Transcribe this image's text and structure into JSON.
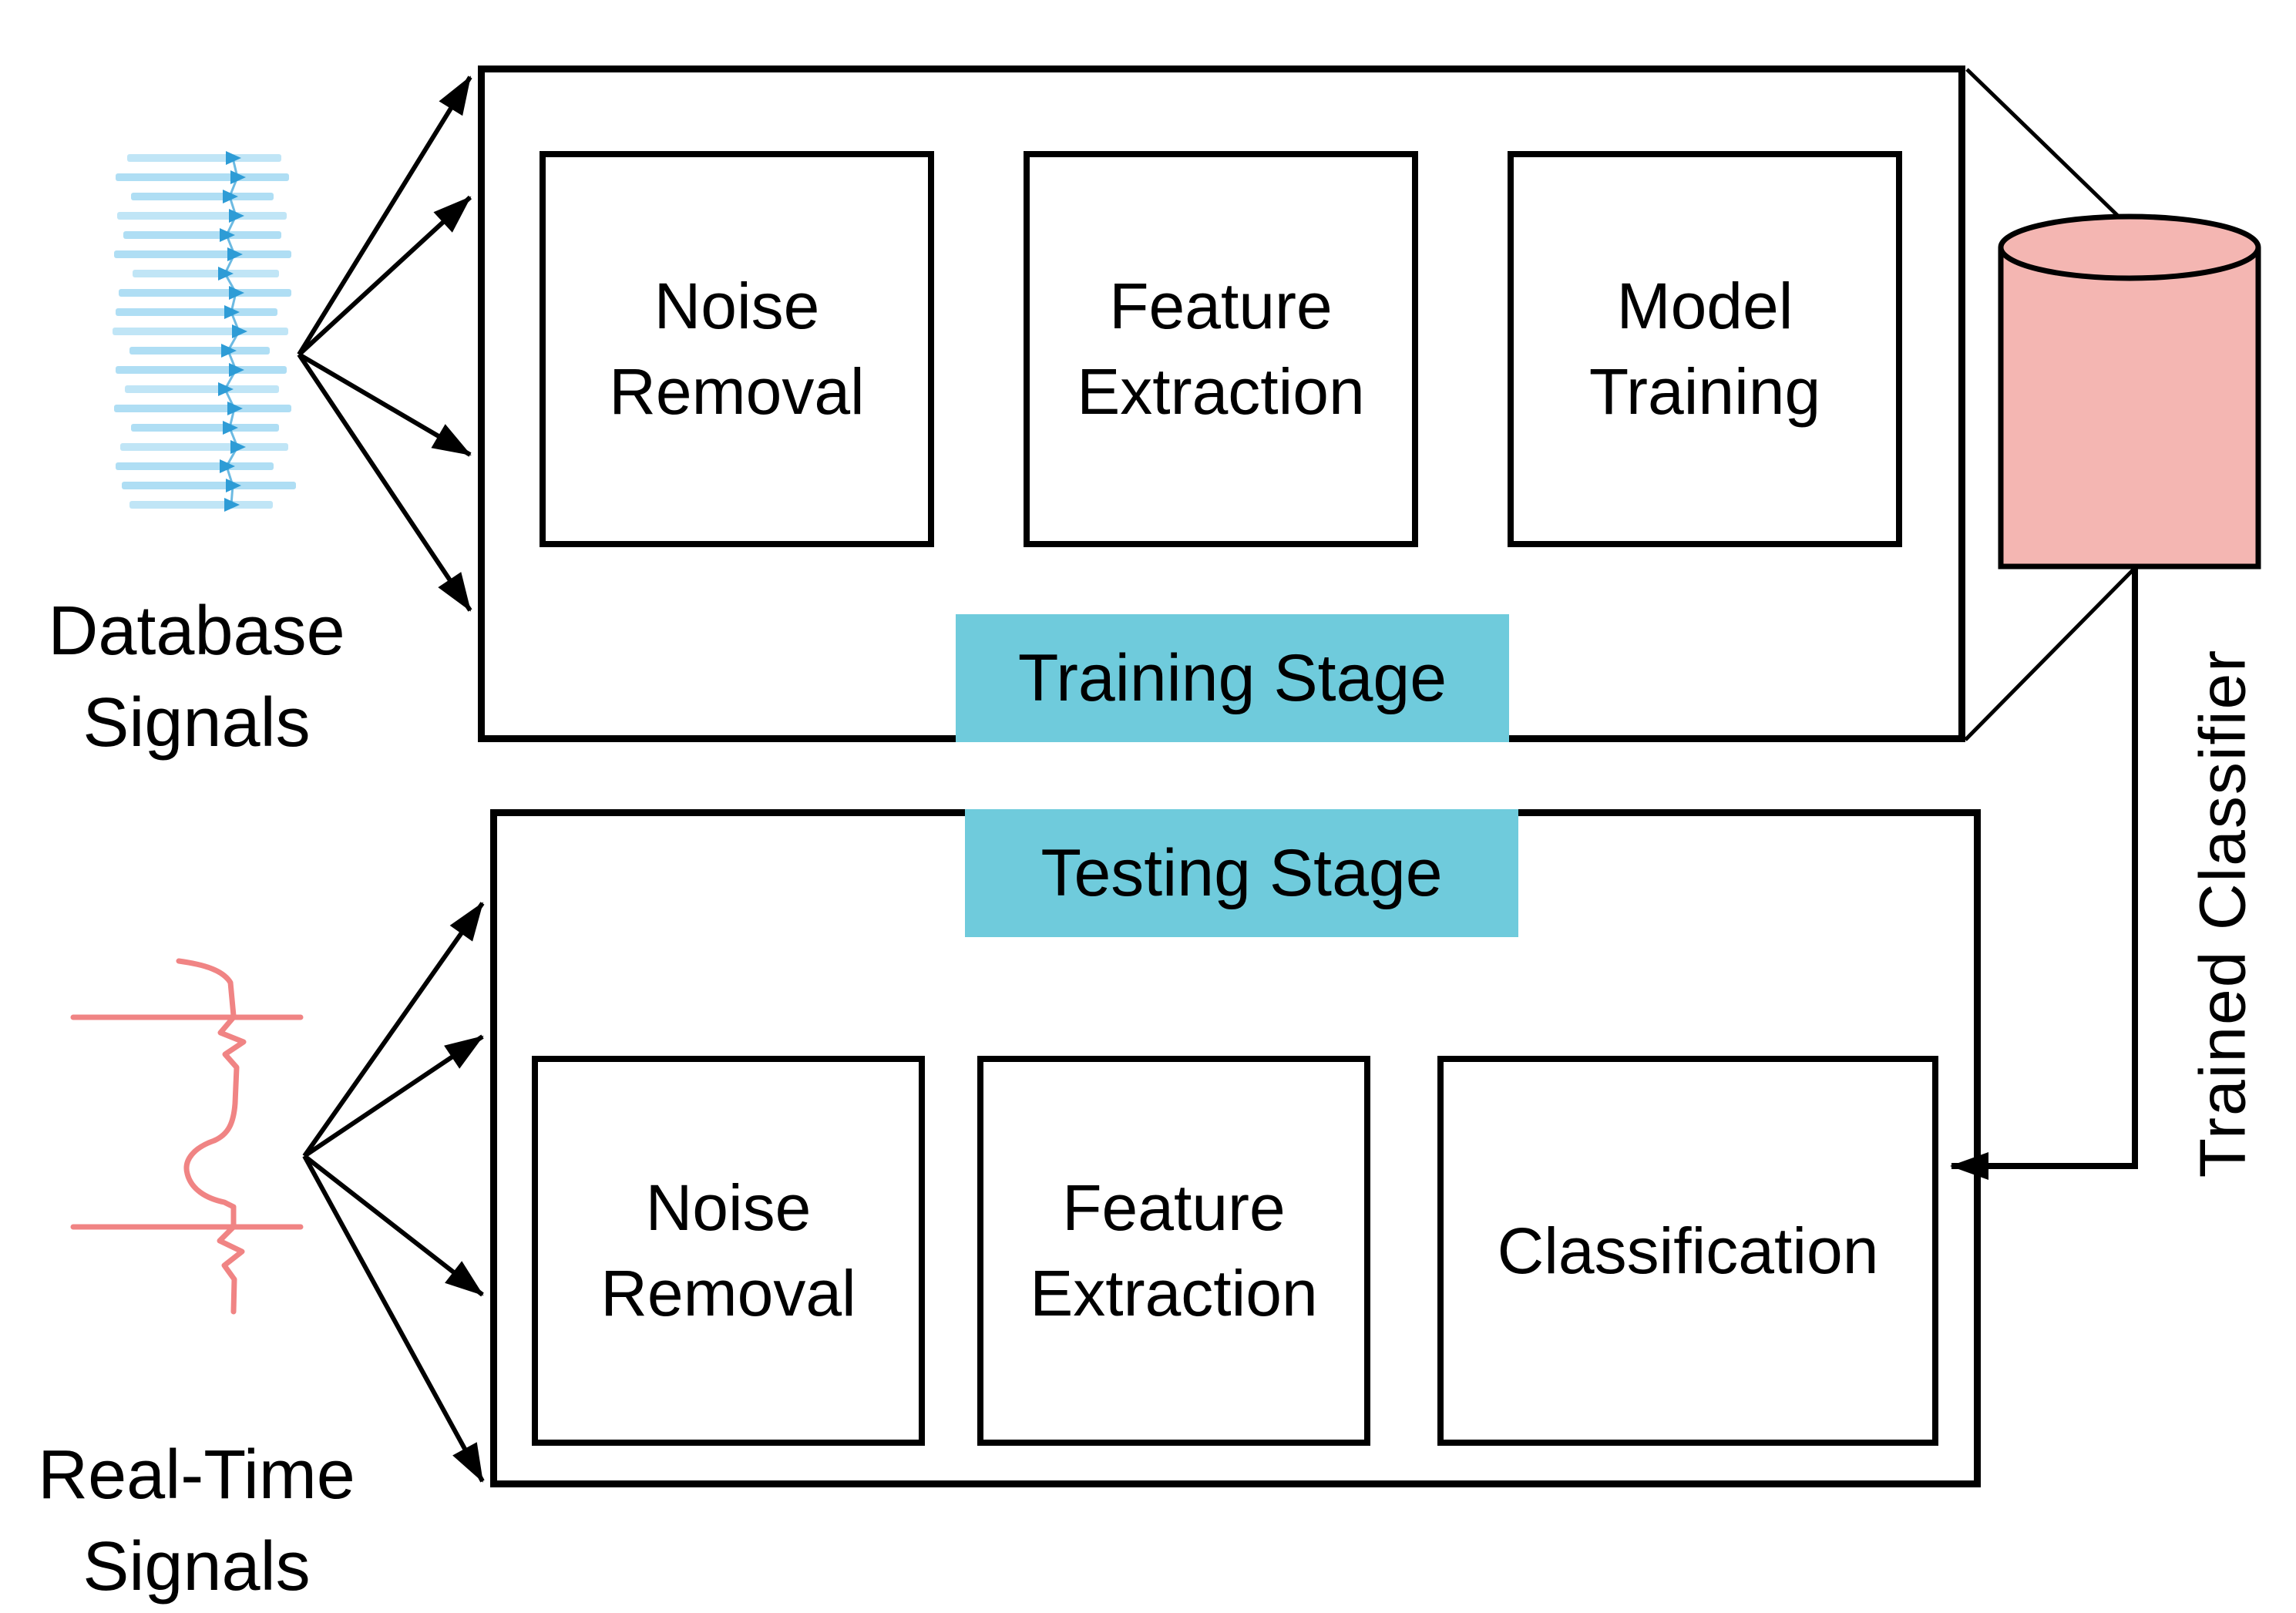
{
  "training": {
    "label": "Training Stage",
    "boxes": [
      {
        "label": "Noise Removal"
      },
      {
        "label": "Feature Extraction"
      },
      {
        "label": "Model Training"
      }
    ]
  },
  "testing": {
    "label": "Testing Stage",
    "boxes": [
      {
        "label": "Noise Removal"
      },
      {
        "label": "Feature Extraction"
      },
      {
        "label": "Classification"
      }
    ]
  },
  "sources": {
    "database": {
      "label": "Database Signals"
    },
    "realtime": {
      "label": "Real-Time Signals"
    }
  },
  "store": {
    "label": "Trained Classifier"
  },
  "icons": {
    "database_signal": "stacked-signal-waveform-icon",
    "realtime_signal": "ecg-waveform-icon",
    "classifier_store": "database-cylinder-icon"
  },
  "colors": {
    "stage_label_bg": "#6FCBDC",
    "cylinder_fill": "#F4B6B2",
    "ecg_stroke": "#F08484",
    "signal_bar": "#ABDCF3",
    "signal_arrow": "#2E9CD6",
    "line": "#000000"
  }
}
